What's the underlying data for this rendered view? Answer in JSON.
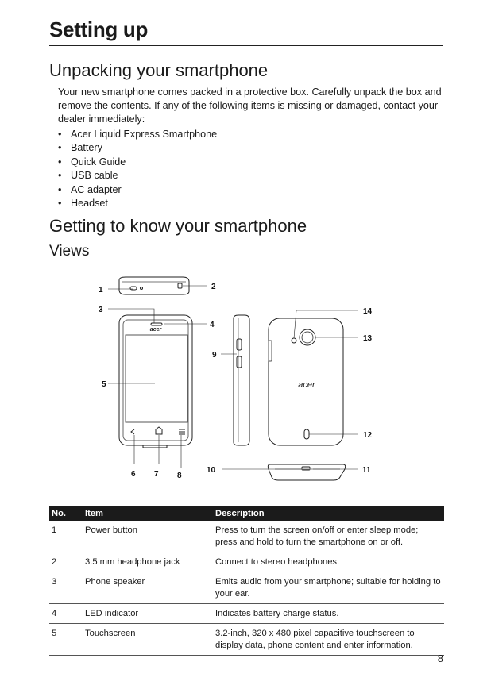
{
  "chapter_title": "Setting up",
  "section_unpacking": {
    "heading": "Unpacking your smartphone",
    "intro": "Your new smartphone comes packed in a protective box. Carefully unpack the box and remove the contents. If any of the following items is missing or damaged, contact your dealer immediately:",
    "items": [
      "Acer Liquid Express Smartphone",
      "Battery",
      "Quick Guide",
      "USB cable",
      "AC adapter",
      "Headset"
    ]
  },
  "section_know": {
    "heading": "Getting to know your smartphone",
    "subheading": "Views"
  },
  "figure": {
    "brand_logo": "acer",
    "callouts": [
      "1",
      "2",
      "3",
      "4",
      "5",
      "6",
      "7",
      "8",
      "9",
      "10",
      "11",
      "12",
      "13",
      "14"
    ]
  },
  "table": {
    "headers": [
      "No.",
      "Item",
      "Description"
    ],
    "rows": [
      {
        "no": "1",
        "item": "Power button",
        "desc": "Press to turn the screen on/off or enter sleep mode; press and hold to turn the smartphone on or off."
      },
      {
        "no": "2",
        "item": "3.5 mm headphone jack",
        "desc": "Connect to stereo headphones."
      },
      {
        "no": "3",
        "item": "Phone speaker",
        "desc": "Emits audio from your smartphone; suitable for holding to your ear."
      },
      {
        "no": "4",
        "item": "LED indicator",
        "desc": "Indicates battery charge status."
      },
      {
        "no": "5",
        "item": "Touchscreen",
        "desc": "3.2-inch, 320 x 480 pixel capacitive touchscreen to display data, phone content and enter information."
      }
    ]
  },
  "page_number": "8"
}
